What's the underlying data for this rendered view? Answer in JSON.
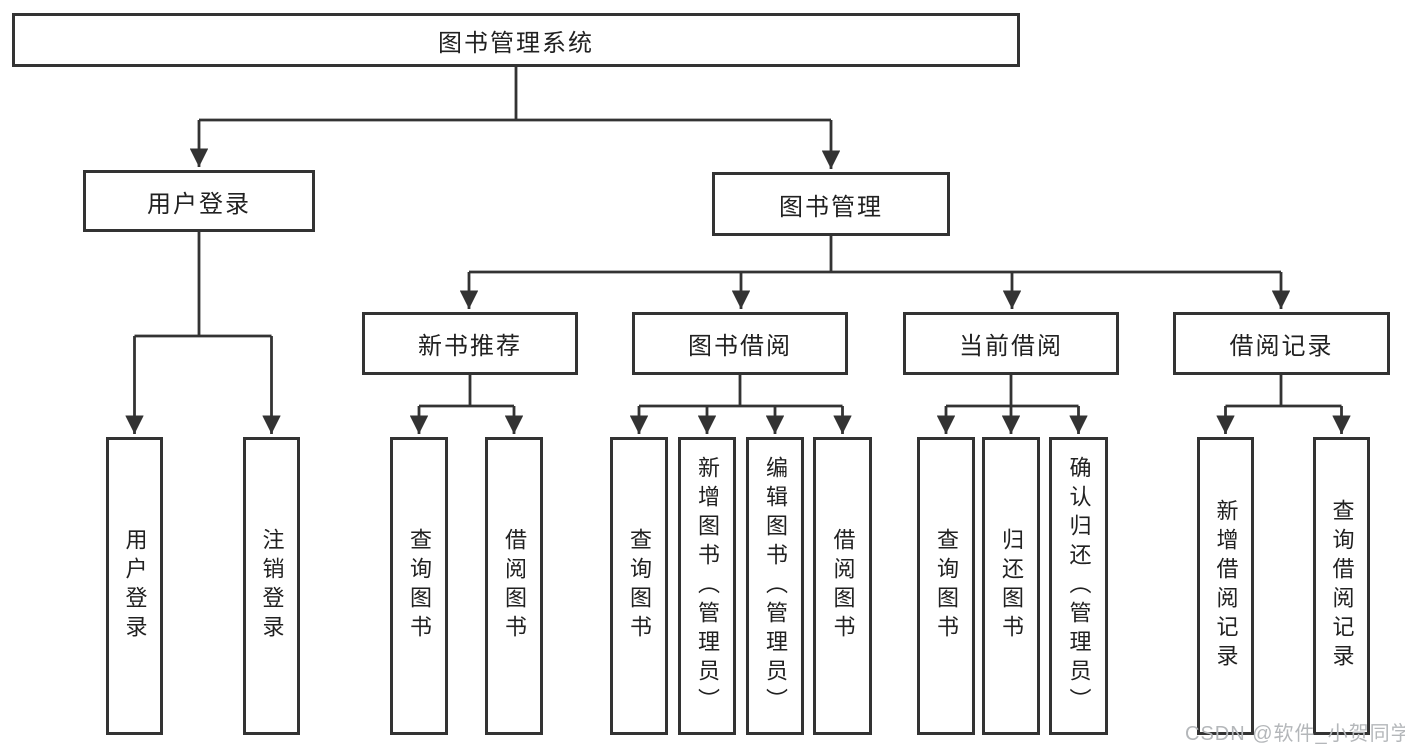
{
  "colors": {
    "line": "#333333",
    "box_border": "#333333",
    "text": "#212121",
    "watermark": "#b4b7ba",
    "background": "#ffffff"
  },
  "watermark": {
    "text": "CSDN @软件_小贺同学"
  },
  "tree": {
    "root": {
      "label": "图书管理系统"
    },
    "children": [
      {
        "label": "用户登录",
        "children": [
          {
            "label": "用户登录"
          },
          {
            "label": "注销登录"
          }
        ]
      },
      {
        "label": "图书管理",
        "children": [
          {
            "label": "新书推荐",
            "children": [
              {
                "label": "查询图书"
              },
              {
                "label": "借阅图书"
              }
            ]
          },
          {
            "label": "图书借阅",
            "children": [
              {
                "label": "查询图书"
              },
              {
                "label": "新增图书（管理员）"
              },
              {
                "label": "编辑图书（管理员）"
              },
              {
                "label": "借阅图书"
              }
            ]
          },
          {
            "label": "当前借阅",
            "children": [
              {
                "label": "查询图书"
              },
              {
                "label": "归还图书"
              },
              {
                "label": "确认归还（管理员）"
              }
            ]
          },
          {
            "label": "借阅记录",
            "children": [
              {
                "label": "新增借阅记录"
              },
              {
                "label": "查询借阅记录"
              }
            ]
          }
        ]
      }
    ]
  }
}
